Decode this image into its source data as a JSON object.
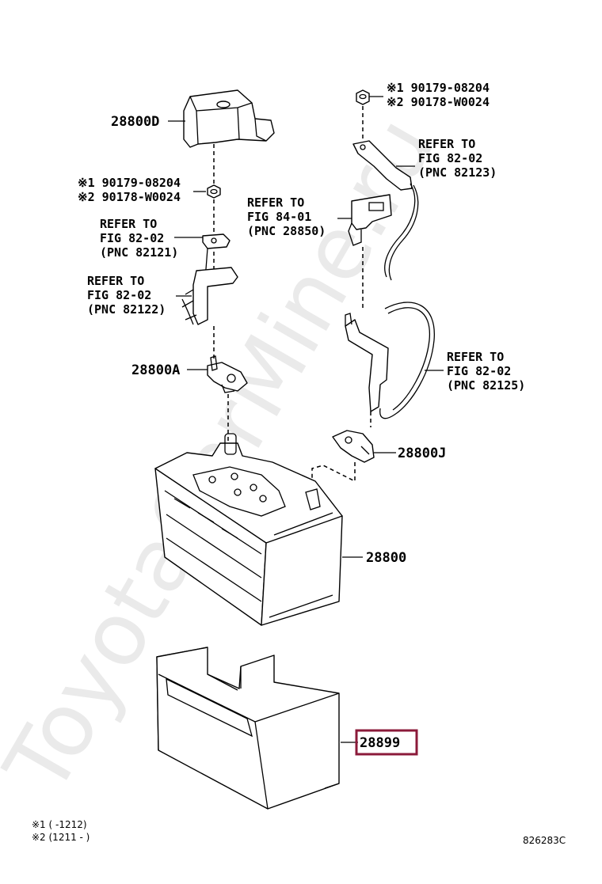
{
  "watermark": "ToyotaCarMine.ru",
  "parts": {
    "p28800D": "28800D",
    "p28800A": "28800A",
    "p28800J": "28800J",
    "p28800": "28800",
    "p28899": "28899"
  },
  "nut_left": {
    "line1": "※1 90179-08204",
    "line2": "※2 90178-W0024"
  },
  "nut_right": {
    "line1": "※1 90179-08204",
    "line2": "※2 90178-W0024"
  },
  "refs": {
    "r82121": {
      "l1": "REFER TO",
      "l2": "FIG 82-02",
      "l3": "(PNC 82121)"
    },
    "r82122": {
      "l1": "REFER TO",
      "l2": "FIG 82-02",
      "l3": "(PNC 82122)"
    },
    "r82123": {
      "l1": "REFER TO",
      "l2": "FIG 82-02",
      "l3": "(PNC 82123)"
    },
    "r28850": {
      "l1": "REFER TO",
      "l2": "FIG 84-01",
      "l3": "(PNC 28850)"
    },
    "r82125": {
      "l1": "REFER TO",
      "l2": "FIG 82-02",
      "l3": "(PNC 82125)"
    }
  },
  "footnotes": {
    "n1": "※1 (    -1212)",
    "n2": "※2 (1211 -    )"
  },
  "diagram_code": "826283C",
  "highlight_color": "#8b1a3a"
}
